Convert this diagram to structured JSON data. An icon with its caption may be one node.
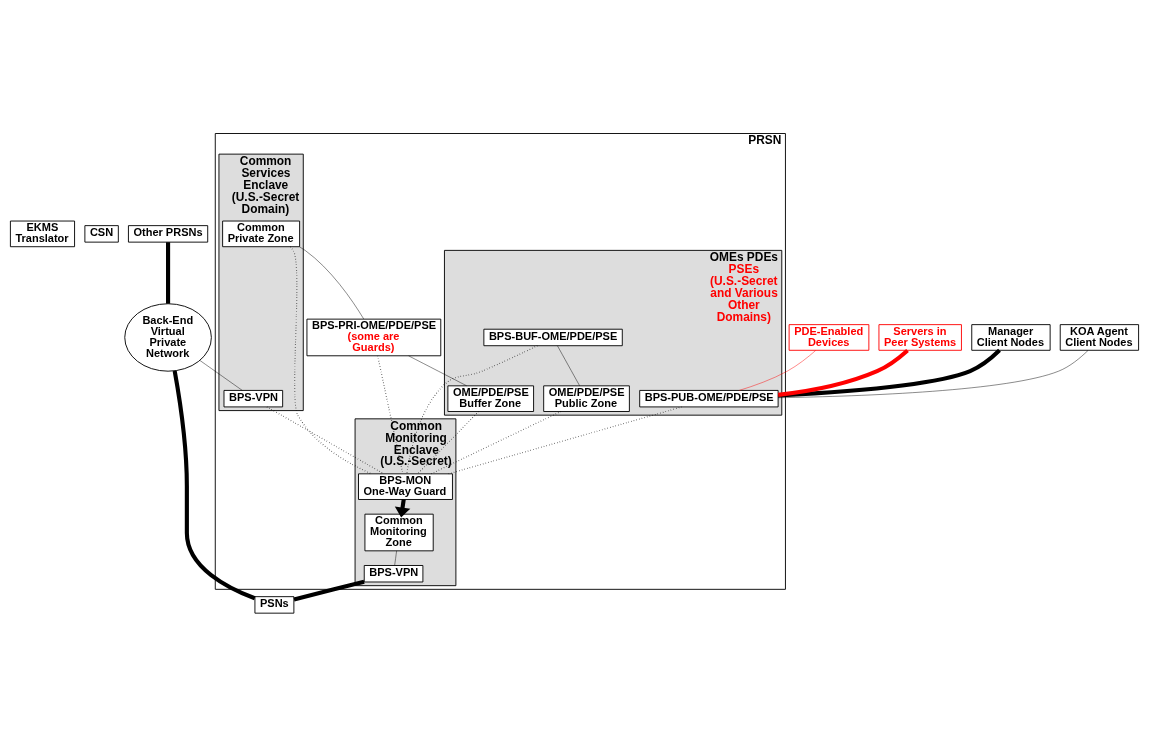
{
  "diagram": {
    "nodes": [
      {
        "text": [
          "EKMS Translator"
        ]
      },
      {
        "text": [
          "CSN"
        ]
      },
      {
        "text": [
          "Other PRSNs"
        ]
      },
      {
        "text": [
          "Back-End Virtual Private Network"
        ]
      },
      {
        "text": [
          "PSNs"
        ]
      },
      {
        "text": [
          "PRSN"
        ]
      },
      {
        "text": [
          "Common Services Enclave (U.S.-Secret Domain)"
        ],
        "in": 5
      },
      {
        "text": [
          "BPS-VPN"
        ],
        "in": 6
      },
      {
        "text": [
          "Common Private Zone"
        ],
        "in": 6
      },
      {
        "text": [
          "Manager Client Nodes"
        ]
      },
      {
        "text": [
          "BPS-PRI-OME/PDE/PSE",
          "(some are Guards)"
        ],
        "in": 5
      },
      {
        "text": [
          "KOA Agent Client Nodes"
        ]
      },
      {
        "text": [
          "OMEs PDEs",
          "PSEs",
          "(U.S.-Secret and Various Other Domains)"
        ],
        "in": 5
      },
      {
        "text": [
          "OME/PDE/PSE Buffer Zone"
        ],
        "in": 12
      },
      {
        "text": [
          "BPS-BUF-OME/PDE/PSE"
        ],
        "in": 12
      },
      {
        "text": [
          "OME/PDE/PSE Public Zone"
        ],
        "in": 12
      },
      {
        "text": [
          "BPS-PUB-OME/PDE/PSE"
        ],
        "in": 12
      },
      {
        "text": [
          "PDE-Enabled Devices"
        ]
      },
      {
        "text": [
          "Servers in Peer Systems"
        ]
      },
      {
        "text": [
          "Common Monitoring Enclave (U.S.-Secret)"
        ],
        "in": 5
      },
      {
        "text": [
          "BPS-MON One-Way Guard"
        ],
        "in": 19
      },
      {
        "text": [
          "Common Monitoring Zone"
        ],
        "in": 19
      },
      {
        "text": [
          "BPS-VPN"
        ],
        "in": 19
      }
    ],
    "edges": [
      {
        "from": 2,
        "to": 3,
        "arrow": "none",
        "style": "thick"
      },
      {
        "from": 3,
        "to": 4,
        "arrow": "none",
        "style": "thick"
      },
      {
        "from": 3,
        "to": 7,
        "arrow": "none"
      },
      {
        "from": 8,
        "to": 10,
        "arrow": "none"
      },
      {
        "from": 10,
        "to": 13,
        "arrow": "none"
      },
      {
        "from": 14,
        "to": 15,
        "arrow": "none"
      },
      {
        "from": 9,
        "to": 16,
        "arrow": "none",
        "style": "thick"
      },
      {
        "from": 11,
        "to": 16,
        "arrow": "none"
      },
      {
        "from": 17,
        "to": 16,
        "arrow": "none",
        "color": "#ff0000"
      },
      {
        "from": 18,
        "to": 16,
        "arrow": "none",
        "style": "thick",
        "color": "#ff0000"
      },
      {
        "from": 20,
        "to": 21,
        "arrow": "to",
        "style": "thick"
      },
      {
        "from": 21,
        "to": 22,
        "arrow": "none"
      },
      {
        "from": 22,
        "to": 4,
        "arrow": "none",
        "style": "thick"
      },
      {
        "from": 7,
        "to": 20,
        "arrow": "none",
        "style": "dashed"
      },
      {
        "from": 8,
        "to": 20,
        "arrow": "none",
        "style": "dashed"
      },
      {
        "from": 10,
        "to": 20,
        "arrow": "none",
        "style": "dashed"
      },
      {
        "from": 13,
        "to": 20,
        "arrow": "none",
        "style": "dashed"
      },
      {
        "from": 14,
        "to": 20,
        "arrow": "none",
        "style": "dashed"
      },
      {
        "from": 15,
        "to": 20,
        "arrow": "none",
        "style": "dashed"
      },
      {
        "from": 16,
        "to": 20,
        "arrow": "none",
        "style": "dashed"
      }
    ]
  }
}
